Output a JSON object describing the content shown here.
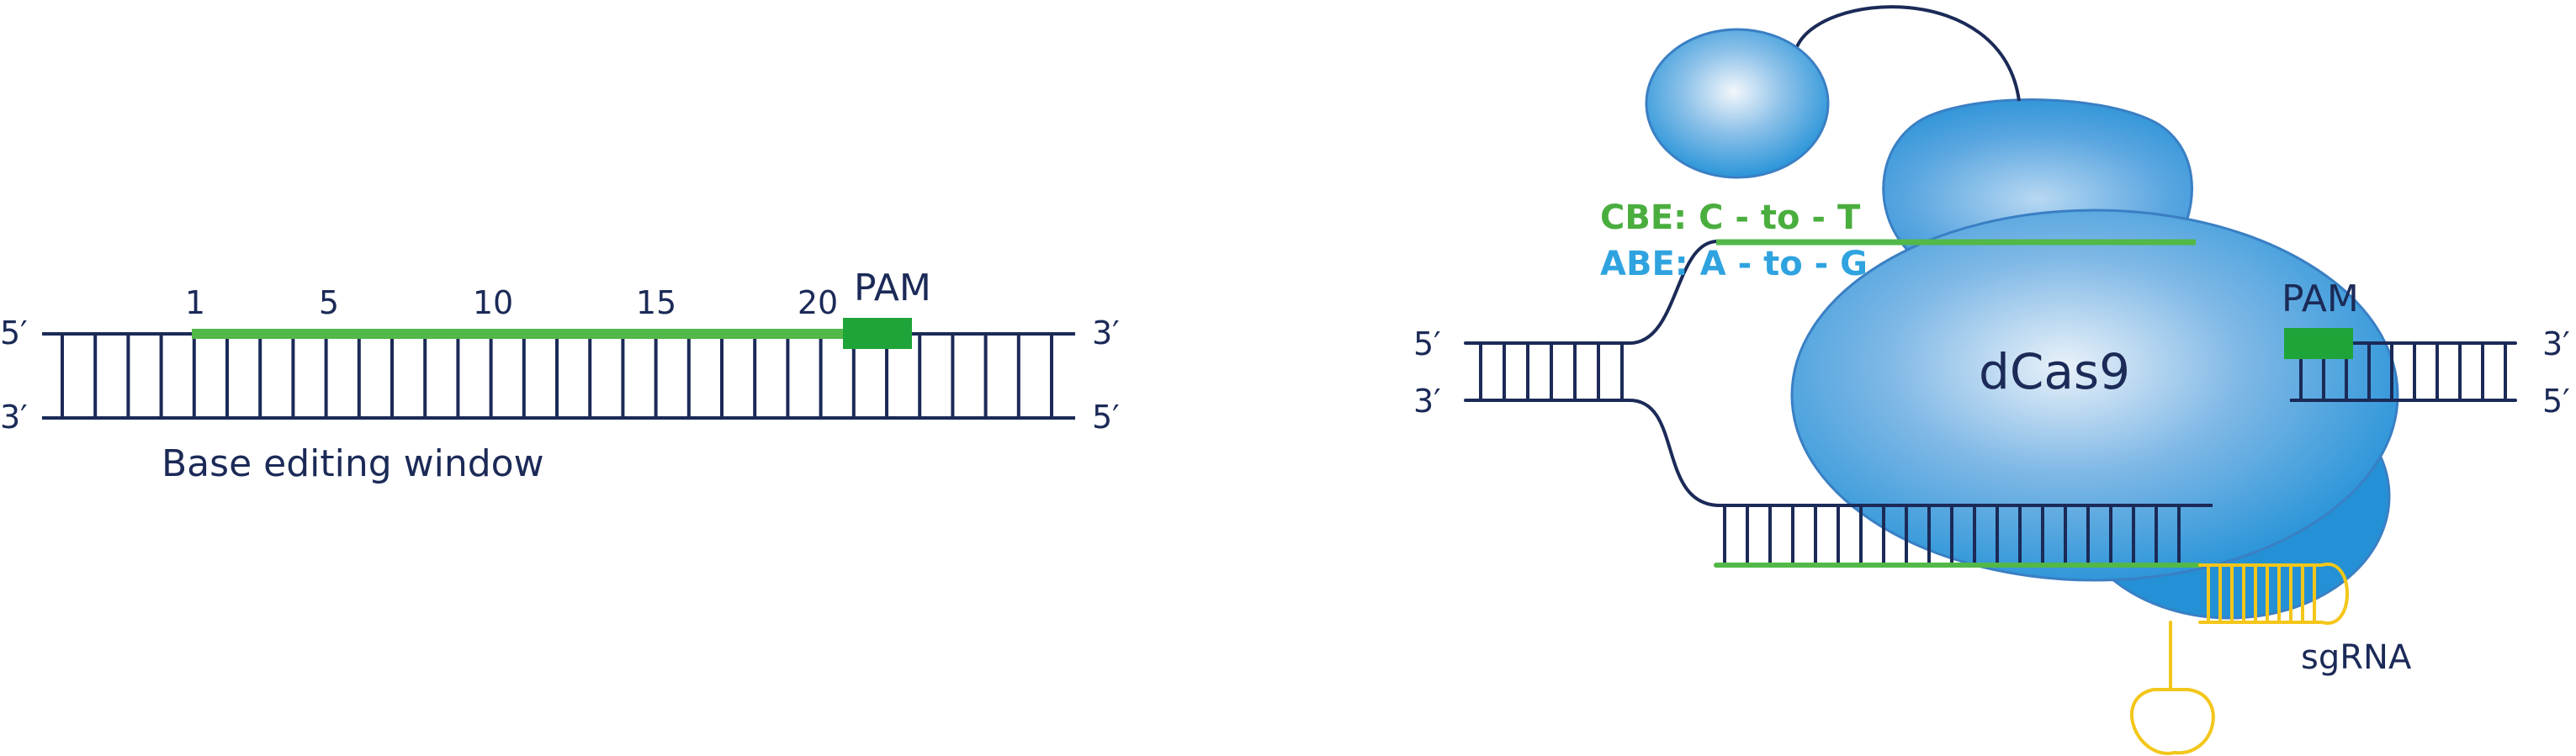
{
  "colors": {
    "navy": "#1b2a57",
    "green": "#1fa43a",
    "green_light": "#52b848",
    "blue": "#1d8fd6",
    "blue_light": "#dbeaf6",
    "yellow": "#f3c61a"
  },
  "left_panel": {
    "top_strand_start": "5′",
    "top_strand_end": "3′",
    "bottom_strand_start": "3′",
    "bottom_strand_end": "5′",
    "positions": [
      "1",
      "5",
      "10",
      "15",
      "20"
    ],
    "pam_label": "PAM",
    "window_caption": "Base editing window"
  },
  "right_panel": {
    "top_strand_start": "5′",
    "top_strand_end": "3′",
    "bottom_strand_start": "3′",
    "bottom_strand_end": "5′",
    "cbe_label": "CBE: C - to - T",
    "abe_label": "ABE: A - to - G",
    "protein_label": "dCas9",
    "pam_label": "PAM",
    "guide_label": "sgRNA"
  }
}
